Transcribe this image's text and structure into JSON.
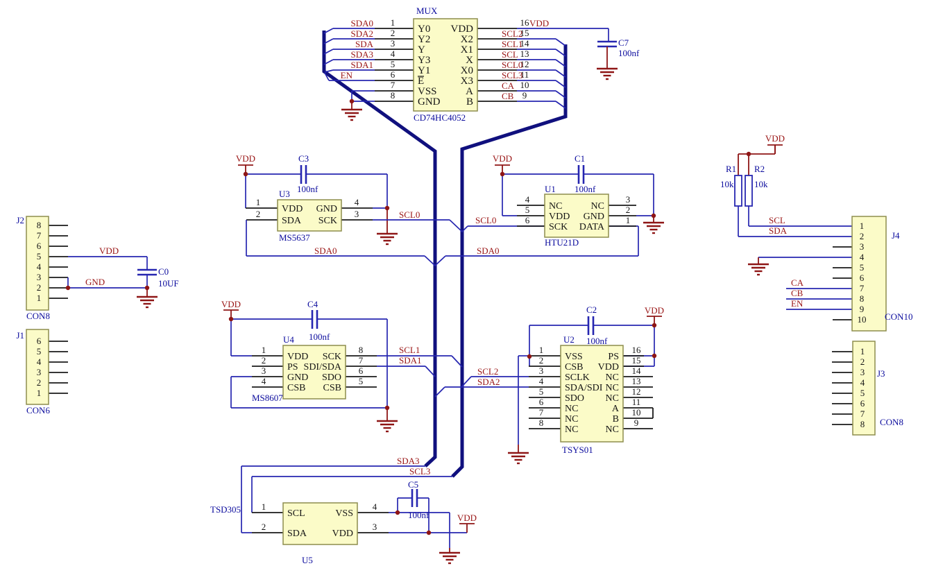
{
  "colors": {
    "wire": "#2626b0",
    "bus": "#10107e",
    "power": "#8e1515",
    "net_label": "#9a1515",
    "ref_label": "#0b0b9d",
    "box_fill": "#fbfbc8",
    "box_border": "#8d8d4e"
  },
  "power": {
    "vdd": "VDD",
    "gnd": "GND"
  },
  "nets": {
    "scl": "SCL",
    "sda": "SDA",
    "ca": "CA",
    "cb": "CB",
    "en": "EN"
  },
  "mux": {
    "ref": "MUX",
    "part": "CD74HC4052",
    "pins_left": [
      {
        "num": "1",
        "name": "Y0",
        "net": "SDA0"
      },
      {
        "num": "2",
        "name": "Y2",
        "net": "SDA2"
      },
      {
        "num": "3",
        "name": "Y",
        "net": "SDA"
      },
      {
        "num": "4",
        "name": "Y3",
        "net": "SDA3"
      },
      {
        "num": "5",
        "name": "Y1",
        "net": "SDA1"
      },
      {
        "num": "6",
        "name": "E",
        "net": "EN"
      },
      {
        "num": "7",
        "name": "VSS",
        "net": ""
      },
      {
        "num": "8",
        "name": "GND",
        "net": ""
      }
    ],
    "pins_right": [
      {
        "num": "16",
        "name": "VDD",
        "net": "VDD"
      },
      {
        "num": "15",
        "name": "X2",
        "net": "SCL2"
      },
      {
        "num": "14",
        "name": "X1",
        "net": "SCL1"
      },
      {
        "num": "13",
        "name": "X",
        "net": "SCL"
      },
      {
        "num": "12",
        "name": "X0",
        "net": "SCL0"
      },
      {
        "num": "11",
        "name": "X3",
        "net": "SCL3"
      },
      {
        "num": "10",
        "name": "A",
        "net": "CA"
      },
      {
        "num": "9",
        "name": "B",
        "net": "CB"
      }
    ]
  },
  "u3": {
    "ref": "U3",
    "part": "MS5637",
    "net_scl": "SCL0",
    "net_sda": "SDA0",
    "pins_left": [
      {
        "num": "1",
        "name": "VDD"
      },
      {
        "num": "2",
        "name": "SDA"
      }
    ],
    "pins_right": [
      {
        "num": "4",
        "name": "GND"
      },
      {
        "num": "3",
        "name": "SCK"
      }
    ]
  },
  "u1": {
    "ref": "U1",
    "part": "HTU21D",
    "net_scl": "SCL0",
    "net_sda": "SDA0",
    "pins_left": [
      {
        "num": "4",
        "name": "NC"
      },
      {
        "num": "5",
        "name": "VDD"
      },
      {
        "num": "6",
        "name": "SCK"
      }
    ],
    "pins_right": [
      {
        "num": "3",
        "name": "NC"
      },
      {
        "num": "2",
        "name": "GND"
      },
      {
        "num": "1",
        "name": "DATA"
      }
    ]
  },
  "u4": {
    "ref": "U4",
    "part": "MS8607",
    "net_scl": "SCL1",
    "net_sda": "SDA1",
    "pins_left": [
      {
        "num": "1",
        "name": "VDD"
      },
      {
        "num": "2",
        "name": "PS"
      },
      {
        "num": "3",
        "name": "GND"
      },
      {
        "num": "4",
        "name": "CSB"
      }
    ],
    "pins_right": [
      {
        "num": "8",
        "name": "SCK"
      },
      {
        "num": "7",
        "name": "SDI/SDA"
      },
      {
        "num": "6",
        "name": "SDO"
      },
      {
        "num": "5",
        "name": "CSB"
      }
    ]
  },
  "u2": {
    "ref": "U2",
    "part": "TSYS01",
    "net_scl": "SCL2",
    "net_sda": "SDA2",
    "pins_left": [
      {
        "num": "1",
        "name": "VSS"
      },
      {
        "num": "2",
        "name": "CSB"
      },
      {
        "num": "3",
        "name": "SCLK"
      },
      {
        "num": "4",
        "name": "SDA/SDI"
      },
      {
        "num": "5",
        "name": "SDO"
      },
      {
        "num": "6",
        "name": "NC"
      },
      {
        "num": "7",
        "name": "NC"
      },
      {
        "num": "8",
        "name": "NC"
      }
    ],
    "pins_right": [
      {
        "num": "16",
        "name": "PS"
      },
      {
        "num": "15",
        "name": "VDD"
      },
      {
        "num": "14",
        "name": "NC"
      },
      {
        "num": "13",
        "name": "NC"
      },
      {
        "num": "12",
        "name": "NC"
      },
      {
        "num": "11",
        "name": "A"
      },
      {
        "num": "10",
        "name": "B"
      },
      {
        "num": "9",
        "name": "NC"
      }
    ]
  },
  "u5": {
    "ref": "U5",
    "part": "TSD305",
    "net_scl": "SCL3",
    "net_sda": "SDA3",
    "pins_left": [
      {
        "num": "1",
        "name": "SCL"
      },
      {
        "num": "2",
        "name": "SDA"
      }
    ],
    "pins_right": [
      {
        "num": "4",
        "name": "VSS"
      },
      {
        "num": "3",
        "name": "VDD"
      }
    ]
  },
  "j2": {
    "ref": "J2",
    "part": "CON8",
    "pins": [
      "8",
      "7",
      "6",
      "5",
      "4",
      "3",
      "2",
      "1"
    ]
  },
  "j1": {
    "ref": "J1",
    "part": "CON6",
    "pins": [
      "6",
      "5",
      "4",
      "3",
      "2",
      "1"
    ]
  },
  "j4": {
    "ref": "J4",
    "part": "CON10",
    "pins": [
      "1",
      "2",
      "3",
      "4",
      "5",
      "6",
      "7",
      "8",
      "9",
      "10"
    ]
  },
  "j3": {
    "ref": "J3",
    "part": "CON8",
    "pins": [
      "1",
      "2",
      "3",
      "4",
      "5",
      "6",
      "7",
      "8"
    ]
  },
  "caps": {
    "c0": {
      "ref": "C0",
      "value": "10UF"
    },
    "c1": {
      "ref": "C1",
      "value": "100nf"
    },
    "c2": {
      "ref": "C2",
      "value": "100nf"
    },
    "c3": {
      "ref": "C3",
      "value": "100nf"
    },
    "c4": {
      "ref": "C4",
      "value": "100nf"
    },
    "c5": {
      "ref": "C5",
      "value": "100nf"
    },
    "c7": {
      "ref": "C7",
      "value": "100nf"
    }
  },
  "res": {
    "r1": {
      "ref": "R1",
      "value": "10k"
    },
    "r2": {
      "ref": "R2",
      "value": "10k"
    }
  }
}
